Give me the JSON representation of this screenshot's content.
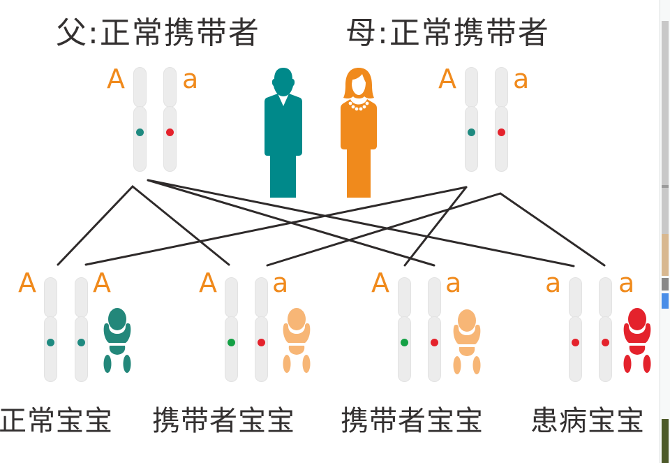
{
  "colors": {
    "teal": "#1f8a80",
    "orange": "#f08a1c",
    "light_orange": "#f7b676",
    "red": "#e4222c",
    "green": "#14a045",
    "chromosome": "#ececec",
    "text": "#333030",
    "line": "#2e2a2a"
  },
  "parents": {
    "father": {
      "label": "父:正常携带者",
      "alleles": [
        "A",
        "a"
      ],
      "icon": "man-icon"
    },
    "mother": {
      "label": "母:正常携带者",
      "alleles": [
        "A",
        "a"
      ],
      "icon": "woman-icon"
    }
  },
  "children": [
    {
      "label": "正常宝宝",
      "alleles": [
        "A",
        "A"
      ],
      "status": "normal",
      "icon": "baby-icon"
    },
    {
      "label": "携带者宝宝",
      "alleles": [
        "A",
        "a"
      ],
      "status": "carrier",
      "icon": "baby-icon"
    },
    {
      "label": "携带者宝宝",
      "alleles": [
        "A",
        "a"
      ],
      "status": "carrier",
      "icon": "baby-icon"
    },
    {
      "label": "患病宝宝",
      "alleles": [
        "a",
        "a"
      ],
      "status": "affected",
      "icon": "baby-icon"
    }
  ]
}
